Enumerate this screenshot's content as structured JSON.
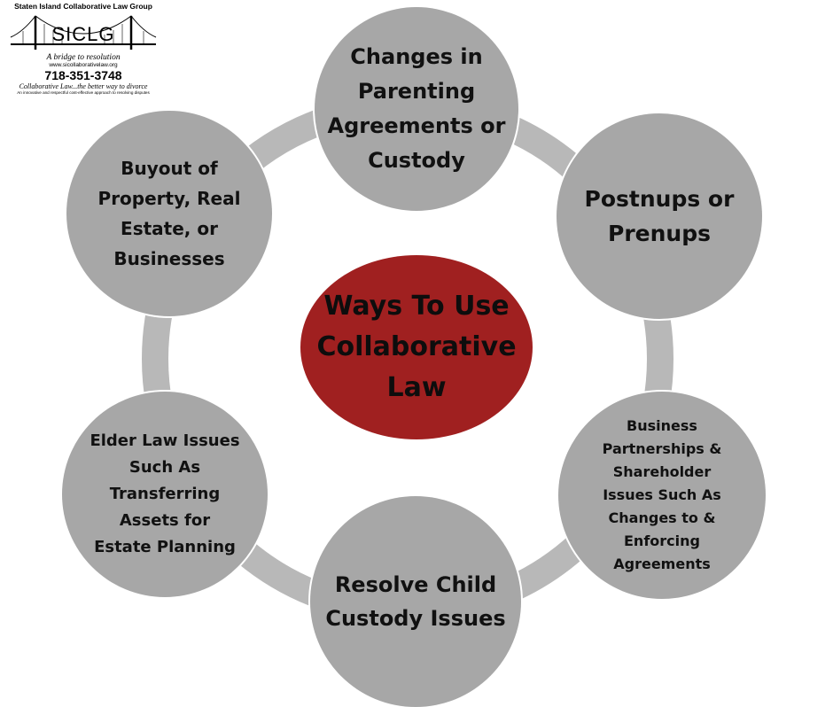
{
  "logo": {
    "org_name": "Staten Island Collaborative Law Group",
    "abbreviation": "SICLG",
    "tagline": "A bridge to resolution",
    "website": "www.sicollaborativelaw.org",
    "phone": "718-351-3748",
    "motto": "Collaborative Law...the better way to divorce",
    "description": "An innovative and respectful cost-effective approach to resolving disputes"
  },
  "center": {
    "lines": [
      "Ways To Use",
      "Collaborative",
      "Law"
    ]
  },
  "nodes": {
    "top": [
      "Changes in",
      "Parenting",
      "Agreements or",
      "Custody"
    ],
    "top_right": [
      "Postnups or",
      "Prenups"
    ],
    "bottom_right": [
      "Business",
      "Partnerships &",
      "Shareholder",
      "Issues Such As",
      "Changes to &",
      "Enforcing",
      "Agreements"
    ],
    "bottom": [
      "Resolve Child",
      "Custody Issues"
    ],
    "bottom_left": [
      "Elder Law Issues",
      "Such As",
      "Transferring",
      "Assets for",
      "Estate Planning"
    ],
    "top_left": [
      "Buyout of",
      "Property, Real",
      "Estate, or",
      "Businesses"
    ]
  },
  "colors": {
    "ring": "#b8b8b8",
    "node": "#a7a7a7",
    "center": "#a02020",
    "text": "#111111"
  }
}
